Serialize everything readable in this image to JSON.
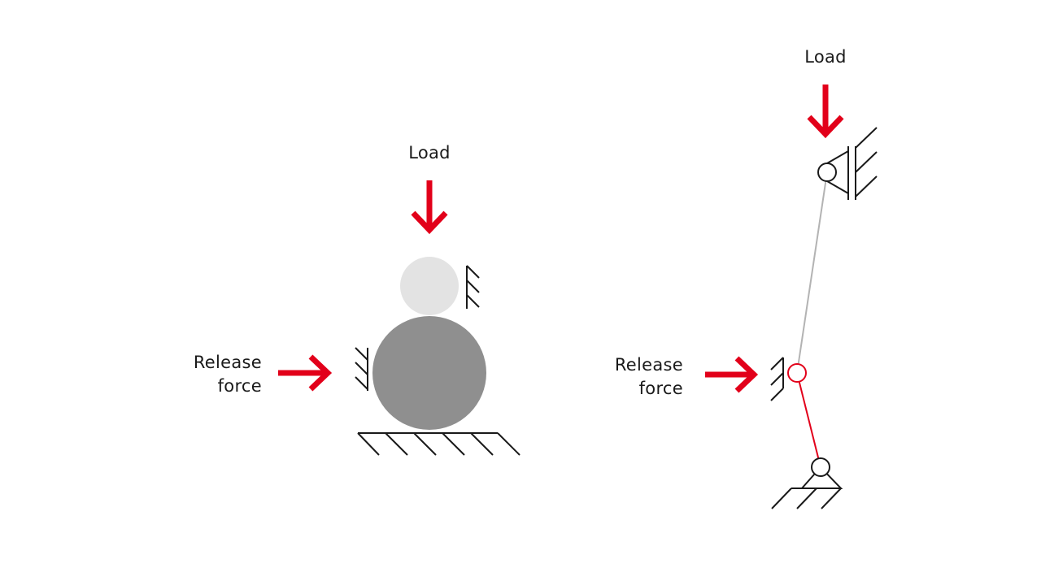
{
  "left_diagram": {
    "load_label": "Load",
    "release_label_line1": "Release",
    "release_label_line2": "force"
  },
  "right_diagram": {
    "load_label": "Load",
    "release_label_line1": "Release",
    "release_label_line2": "force"
  },
  "colors": {
    "force_arrow": "#e2001a",
    "structure": "#1a1a1a",
    "large_roller": "#8f8f8f",
    "small_roller": "#e3e3e3",
    "upper_link": "#b3b3b3",
    "lower_link": "#e2001a"
  }
}
